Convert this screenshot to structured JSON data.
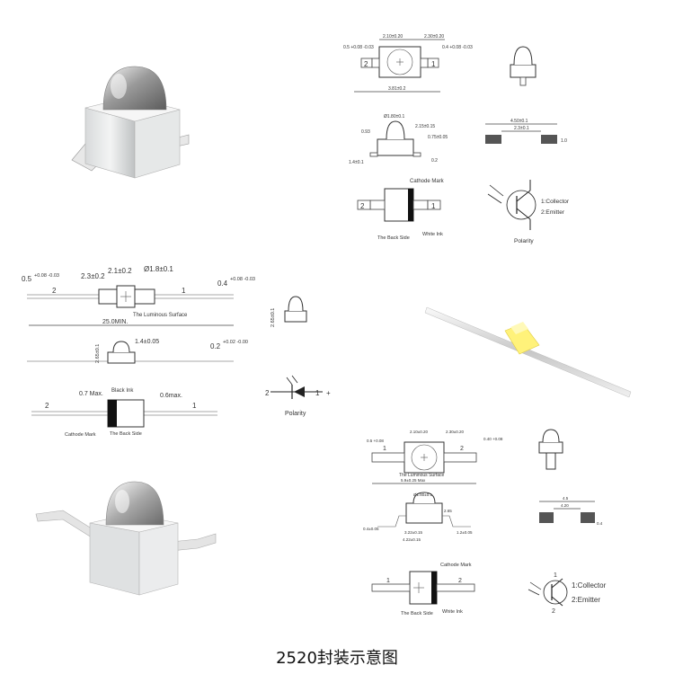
{
  "caption": "2520封装示意图",
  "top_drawing": {
    "dims": [
      "2.10±0.20",
      "2.30±0.20",
      "0.4 +0.08 -0.03",
      "0.5 +0.08 -0.03",
      "3.81±0.2",
      "Ø1.80±0.1",
      "0.93",
      "0.75±0.05",
      "2.15±0.15",
      "1.4±0.1",
      "0.2",
      "4.50±0.1",
      "2.3±0.1",
      "1.0"
    ],
    "pin_left": "2",
    "pin_right": "1",
    "cathode_mark": "Cathode Mark",
    "back_side": "The Back Side",
    "white_ink": "White Ink",
    "collector": "1:Collector",
    "emitter": "2:Emitter",
    "polarity": "Polarity",
    "pin1": "1",
    "pin2": "2"
  },
  "mid_drawing": {
    "d_05": "0.5",
    "tol_05": "+0.08 -0.03",
    "d_23": "2.3±0.2",
    "d_21": "2.1±0.2",
    "d_18": "Ø1.8±0.1",
    "d_04": "0.4",
    "tol_04": "+0.08 -0.03",
    "pin2": "2",
    "pin1": "1",
    "luminous": "The Luminous Surface",
    "d_250": "25.0MIN.",
    "d_265": "2.65±0.1",
    "d_265b": "2.65±0.1",
    "d_14": "1.4±0.05",
    "d_02": "0.2",
    "tol_02": "+0.02 -0.00",
    "d_07": "0.7 Max.",
    "black_ink": "Black Ink",
    "d_06": "0.6max.",
    "cathode_mark": "Cathode Mark",
    "back_side": "The Back Side",
    "pol_minus": "-",
    "pol_2": "2",
    "pol_1": "1",
    "pol_plus": "+",
    "polarity": "Polarity"
  },
  "bottom_drawing": {
    "d_a": "2.10±0.20",
    "d_b": "2.30±0.20",
    "d_c": "0.40 +0.08",
    "d_d": "0.5 +0.08",
    "pin1": "1",
    "pin2": "2",
    "luminous": "The Luminous Surface",
    "d_len": "5.9±0.25 Max",
    "d_dia": "Ø1.80±0.1",
    "d_h": "2.65",
    "d_w1": "3.22±0.15",
    "d_w2": "4.22±0.15",
    "d_r": "1.2±0.05",
    "d_l": "0.4±0.05",
    "d_p1": "4.5",
    "d_p2": "4.20",
    "d_p3": "0.4",
    "cathode_mark": "Cathode Mark",
    "back_side": "The Back Side",
    "white_ink": "White Ink",
    "collector": "1:Collector",
    "emitter": "2:Emitter",
    "t_pin1": "1",
    "t_pin2": "2"
  }
}
